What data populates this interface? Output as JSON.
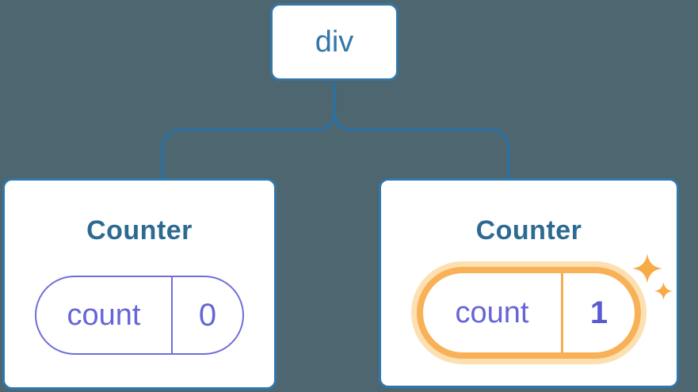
{
  "diagram": {
    "description": "React component tree diagram: div root with two Counter children holding independent count state",
    "background_color": "#4d6670",
    "root_node": {
      "label": "div"
    },
    "counters": [
      {
        "title": "Counter",
        "state_key": "count",
        "state_value": "0",
        "highlighted": false
      },
      {
        "title": "Counter",
        "state_key": "count",
        "state_value": "1",
        "highlighted": true
      }
    ],
    "colors": {
      "node_border_blue": "#3277a9",
      "connector_blue": "#2c70a1",
      "title_blue": "#2d6a92",
      "state_purple": "#6565d8",
      "state_value_bold_purple": "#5a5ad0",
      "pill_border_purple": "#6e6edb",
      "highlight_ring_orange": "#f8b156",
      "highlight_glow_peach": "#fce0b2",
      "sparkle_orange": "#f7aa45"
    }
  }
}
